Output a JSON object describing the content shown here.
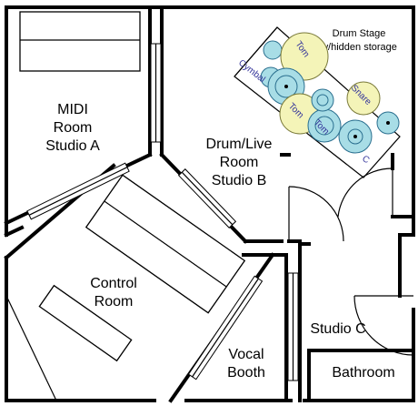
{
  "rooms": {
    "midi": [
      "MIDI",
      "Room",
      "Studio A"
    ],
    "drum_live": [
      "Drum/Live",
      "Room",
      "Studio B"
    ],
    "control": [
      "Control",
      "Room"
    ],
    "vocal": [
      "Vocal",
      "Booth"
    ],
    "studio_c": "Studio C",
    "bathroom": "Bathroom"
  },
  "drum_stage": [
    "Drum Stage",
    "w/hidden storage"
  ],
  "drums": {
    "tom_top": "Tom",
    "cymbal": "Cymbal",
    "tom_mid": "Tom",
    "tom_low": "Tom",
    "snare": "Snare",
    "c": "C"
  },
  "colors": {
    "wall": "#000000",
    "drum_fill": "#a8dde6",
    "drum_stroke": "#2a6f8f",
    "kick_fill": "#f4f4b8",
    "drum_text": "#33339a"
  }
}
